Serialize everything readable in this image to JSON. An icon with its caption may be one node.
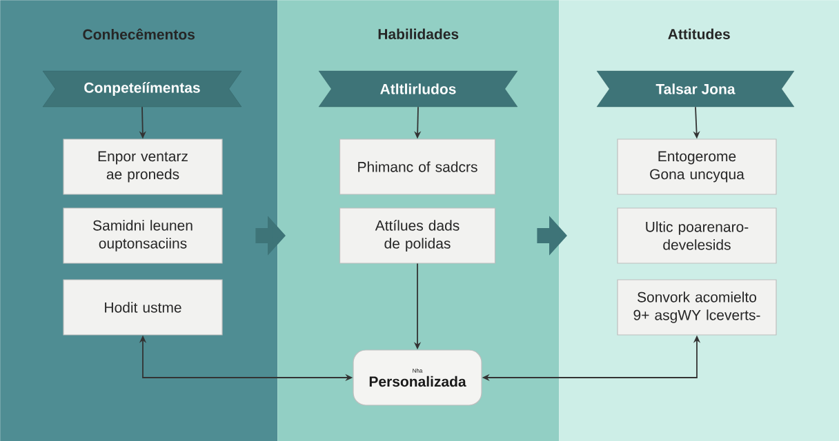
{
  "diagram": {
    "nodes": [
      {
        "text": [
          "Conhecêmentos"
        ]
      },
      {
        "text": [
          "Conpeteíímentas"
        ],
        "in": 0
      },
      {
        "text": [
          "Enpor ventarz ae proneds"
        ],
        "in": 0
      },
      {
        "text": [
          "Samidni leunen ouptonsaciins"
        ],
        "in": 0
      },
      {
        "text": [
          "Hodit ustme"
        ],
        "in": 0
      },
      {
        "text": [
          "Habilidades"
        ]
      },
      {
        "text": [
          "Atltlirludos"
        ],
        "in": 5
      },
      {
        "text": [
          "Phimanc of sadcrs"
        ],
        "in": 5
      },
      {
        "text": [
          "Attílues dads de polidas"
        ],
        "in": 5
      },
      {
        "text": [
          "Nha",
          "Personalizada"
        ],
        "in": 5
      },
      {
        "text": [
          "Attitudes"
        ]
      },
      {
        "text": [
          "Talsar Jona"
        ],
        "in": 10
      },
      {
        "text": [
          "Entogerome Gona uncyqua"
        ],
        "in": 10
      },
      {
        "text": [
          "Ultic poarenaro- develesids"
        ],
        "in": 10
      },
      {
        "text": [
          "Sonvork acomielto 9+ asgWY lceverts-"
        ],
        "in": 10
      }
    ],
    "edges": [
      {
        "from": 1,
        "to": 2,
        "arrow": "to"
      },
      {
        "from": 6,
        "to": 7,
        "arrow": "to"
      },
      {
        "from": 11,
        "to": 12,
        "arrow": "to"
      },
      {
        "from": 8,
        "to": 9,
        "arrow": "to"
      },
      {
        "from": 4,
        "to": 9,
        "arrow": "both"
      },
      {
        "from": 14,
        "to": 9,
        "arrow": "both"
      },
      {
        "from": 0,
        "to": 5,
        "arrow": "to",
        "style": "thick",
        "color": "#3e7478"
      },
      {
        "from": 5,
        "to": 10,
        "arrow": "to",
        "style": "thick",
        "color": "#3e7478"
      }
    ]
  }
}
